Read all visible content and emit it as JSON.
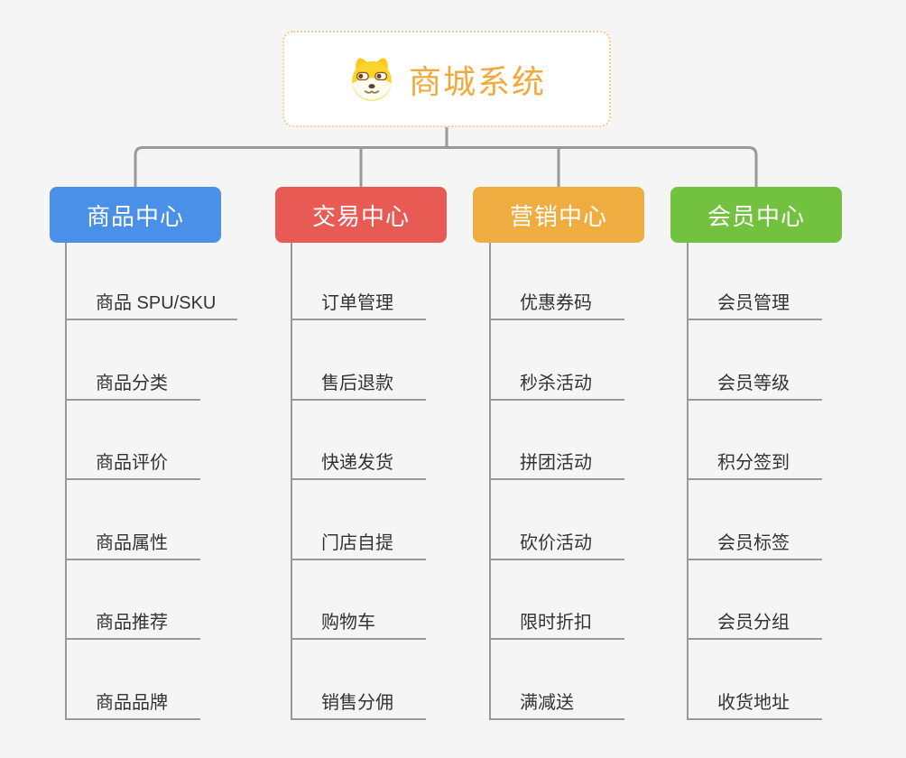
{
  "palette": {
    "background": "#F5F5F5",
    "text": "#333333",
    "connector": "#999999"
  },
  "root": {
    "title": "商城系统",
    "icon": "dog-face-icon",
    "accent_color": "#F2A93B",
    "border_color": "#F6CD84"
  },
  "branches": [
    {
      "label": "商品中心",
      "color": "#4A8FE8",
      "children": [
        "商品 SPU/SKU",
        "商品分类",
        "商品评价",
        "商品属性",
        "商品推荐",
        "商品品牌"
      ]
    },
    {
      "label": "交易中心",
      "color": "#E85B55",
      "children": [
        "订单管理",
        "售后退款",
        "快递发货",
        "门店自提",
        "购物车",
        "销售分佣"
      ]
    },
    {
      "label": "营销中心",
      "color": "#EFAD41",
      "children": [
        "优惠券码",
        "秒杀活动",
        "拼团活动",
        "砍价活动",
        "限时折扣",
        "满减送"
      ]
    },
    {
      "label": "会员中心",
      "color": "#72C13F",
      "children": [
        "会员管理",
        "会员等级",
        "积分签到",
        "会员标签",
        "会员分组",
        "收货地址"
      ]
    }
  ]
}
